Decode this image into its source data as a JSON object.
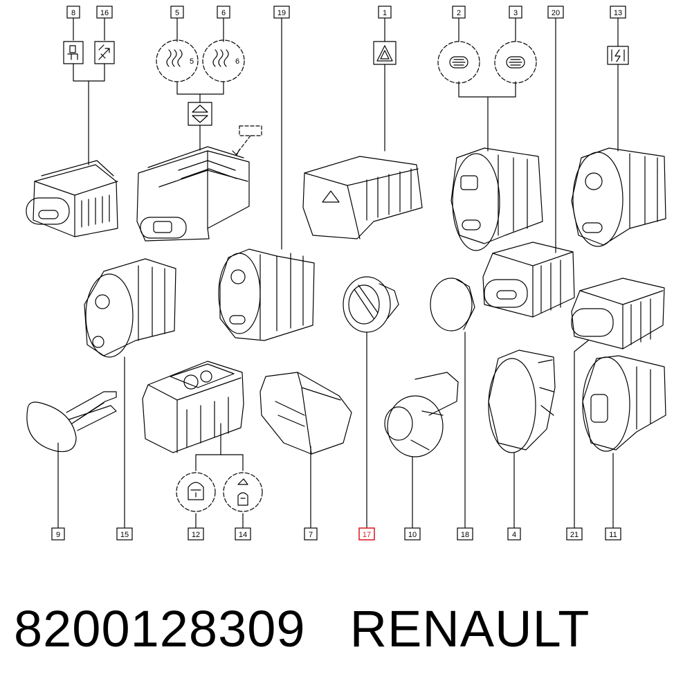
{
  "callouts": [
    {
      "id": "c8",
      "label": "8"
    },
    {
      "id": "c16",
      "label": "16"
    },
    {
      "id": "c5",
      "label": "5"
    },
    {
      "id": "c6",
      "label": "6"
    },
    {
      "id": "c19",
      "label": "19"
    },
    {
      "id": "c1",
      "label": "1"
    },
    {
      "id": "c2",
      "label": "2"
    },
    {
      "id": "c3",
      "label": "3"
    },
    {
      "id": "c20",
      "label": "20"
    },
    {
      "id": "c13",
      "label": "13"
    },
    {
      "id": "c9",
      "label": "9"
    },
    {
      "id": "c15",
      "label": "15"
    },
    {
      "id": "c12",
      "label": "12"
    },
    {
      "id": "c14",
      "label": "14"
    },
    {
      "id": "c7",
      "label": "7"
    },
    {
      "id": "c17",
      "label": "17",
      "highlighted": true,
      "highlight_color": "#e0202a"
    },
    {
      "id": "c10",
      "label": "10"
    },
    {
      "id": "c18",
      "label": "18"
    },
    {
      "id": "c4",
      "label": "4"
    },
    {
      "id": "c21",
      "label": "21"
    },
    {
      "id": "c11",
      "label": "11"
    }
  ],
  "symbol_digits": {
    "d5": "5",
    "d6": "6"
  },
  "icons": [
    "seat-heater-icon",
    "child-lock-icon",
    "window-up-down-icon",
    "hazard-triangle-icon",
    "rear-defrost-icon",
    "heated-seat-icon",
    "fuel-cut-icon",
    "dashed-placeholder-icon",
    "car-lock-icon",
    "alarm-icon"
  ],
  "footer": {
    "part_number": "8200128309",
    "brand": "RENAULT"
  }
}
